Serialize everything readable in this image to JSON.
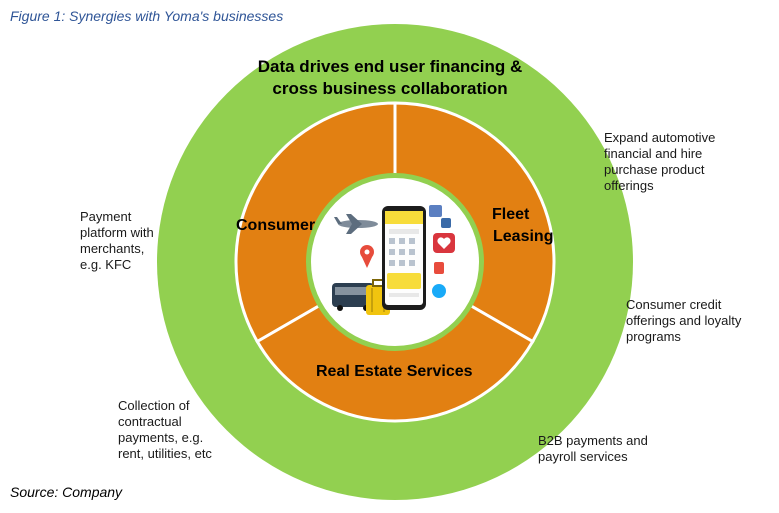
{
  "caption": "Figure 1: Synergies with Yoma's businesses",
  "title_line1": "Data drives end user financing &",
  "title_line2": "cross business collaboration",
  "segments": {
    "consumer": "Consumer",
    "fleet_line1": "Fleet",
    "fleet_line2": "Leasing",
    "real_estate": "Real Estate Services"
  },
  "notes": {
    "payment": [
      "Payment",
      "platform with",
      "merchants,",
      "e.g. KFC"
    ],
    "automotive": [
      "Expand automotive",
      "financial and hire",
      "purchase product",
      "offerings"
    ],
    "credit": [
      "Consumer credit",
      "offerings and loyalty",
      "programs"
    ],
    "collection": [
      "Collection of",
      "contractual",
      "payments, e.g.",
      "rent, utilities, etc"
    ],
    "b2b": [
      "B2B payments and",
      "payroll services"
    ]
  },
  "source": "Source: Company",
  "colors": {
    "outer_ring": "#92d050",
    "segments": "#e28012",
    "divider": "#ffffff",
    "caption": "#2f5597"
  }
}
